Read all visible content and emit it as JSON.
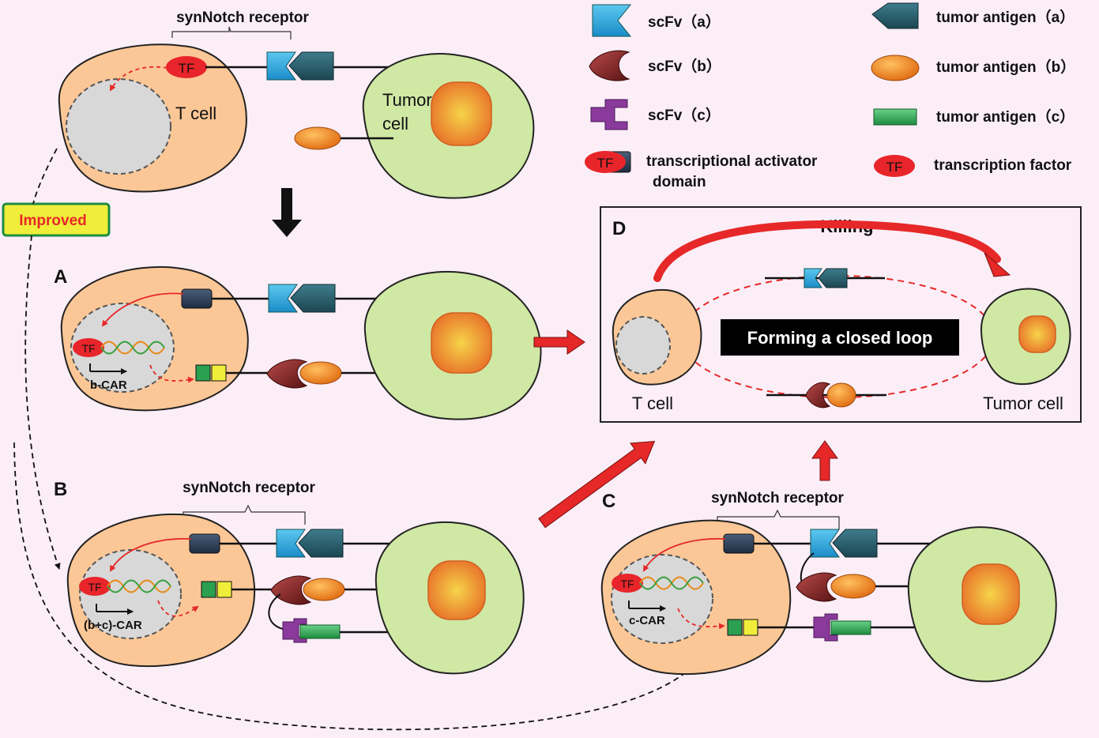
{
  "colors": {
    "background": "#fbeef7",
    "t_cell_fill": "#fcc796",
    "tumor_cell_fill": "#cfe8a4",
    "nucleus_fill": "#d8d8d8",
    "tumor_nucleus": "#f4a040",
    "tf_red": "#e8252a",
    "scfv_a": "#2ea6dc",
    "scfv_b": "#8c2a2a",
    "scfv_c": "#8a3a9a",
    "antigen_a": "#2a5c6a",
    "antigen_b": "#f08a1c",
    "antigen_c": "#2aa050",
    "arrow_red": "#e62828",
    "improved_badge": "#f0ee3a",
    "improved_text": "#e62828"
  },
  "top": {
    "receptor_label": "synNotch receptor",
    "t_cell_label": "T cell",
    "tumor_label_line1": "Tumor",
    "tumor_label_line2": "cell",
    "tf_label": "TF"
  },
  "improved_label": "Improved",
  "panels": {
    "a": {
      "letter": "A",
      "tf_label": "TF",
      "car_label": "b-CAR"
    },
    "b": {
      "letter": "B",
      "receptor_label": "synNotch receptor",
      "tf_label": "TF",
      "car_label": "(b+c)-CAR"
    },
    "c": {
      "letter": "C",
      "receptor_label": "synNotch receptor",
      "tf_label": "TF",
      "car_label": "c-CAR"
    },
    "d": {
      "letter": "D",
      "killing_label": "Killing",
      "loop_label": "Forming a closed loop",
      "t_cell_label": "T cell",
      "tumor_cell_label": "Tumor cell"
    }
  },
  "legend": {
    "scfv_a": "scFv（a）",
    "scfv_b": "scFv（b）",
    "scfv_c": "scFv（c）",
    "tad_line1": "transcriptional activator",
    "tad_line2": "domain",
    "tad_tf": "TF",
    "antigen_a": "tumor antigen（a）",
    "antigen_b": "tumor antigen（b）",
    "antigen_c": "tumor antigen（c）",
    "tf": "transcription factor",
    "tf_icon": "TF"
  }
}
